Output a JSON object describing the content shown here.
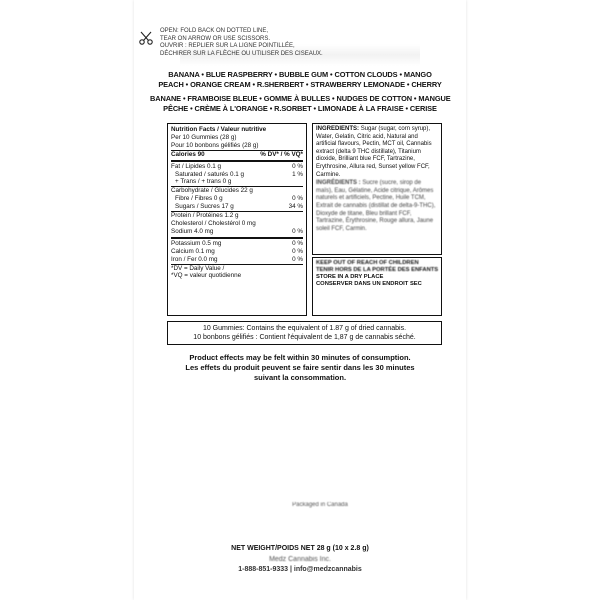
{
  "open_instructions": {
    "icon": "scissors-icon",
    "lines": [
      "OPEN: FOLD BACK ON DOTTED LINE,",
      "TEAR ON ARROW OR USE SCISSORS.",
      "OUVRIR : REPLIER SUR LA LIGNE POINTILLÉE,",
      "DÉCHIRER SUR LA FLÈCHE OU UTILISER DES CISEAUX."
    ]
  },
  "flavours": {
    "en": [
      "BANANA • BLUE RASPBERRY • BUBBLE GUM • COTTON CLOUDS • MANGO",
      "PEACH • ORANGE CREAM • R.SHERBERT • STRAWBERRY LEMONADE • CHERRY"
    ],
    "fr": [
      "BANANE • FRAMBOISE BLEUE • GOMME À BULLES • NUDGES DE COTTON • MANGUE",
      "PÊCHE • CRÈME À L'ORANGE • R.SORBET • LIMONADE À LA FRAISE • CERISE"
    ]
  },
  "nutrition": {
    "title": "Nutrition Facts / Valeur nutritive",
    "serving_en": "Per 10 Gummies (28 g)",
    "serving_fr": "Pour 10 bonbons gélifiés (28 g)",
    "calories": "Calories 90",
    "dv_header": "% DV* / % VQ*",
    "fat": {
      "label": "Fat / Lipides 0.1 g",
      "dv": "0 %"
    },
    "sat_fat": {
      "label": "Saturated / saturés 0.1 g",
      "dv": "1 %"
    },
    "trans_fat": {
      "label": "+ Trans / + trans 0 g",
      "dv": ""
    },
    "carb": {
      "label": "Carbohydrate / Glucides 22 g",
      "dv": ""
    },
    "fibre": {
      "label": "Fibre / Fibres 0 g",
      "dv": "0 %"
    },
    "sugars": {
      "label": "Sugars / Sucres 17 g",
      "dv": "34 %"
    },
    "protein": {
      "label": "Protein / Protéines 1.2 g",
      "dv": ""
    },
    "cholesterol": {
      "label": "Cholesterol / Cholestérol 0 mg",
      "dv": ""
    },
    "sodium": {
      "label": "Sodium 4.0 mg",
      "dv": "0 %"
    },
    "potassium": {
      "label": "Potassium 0.5 mg",
      "dv": "0 %"
    },
    "calcium": {
      "label": "Calcium 0.1 mg",
      "dv": "0 %"
    },
    "iron": {
      "label": "Iron / Fer 0.0 mg",
      "dv": "0 %"
    },
    "footnote_en": "*DV = Daily Value /",
    "footnote_fr": "*VQ = valeur quotidienne"
  },
  "ingredients": {
    "en_head": "INGREDIENTS:",
    "en_text": "Sugar (sugar, corn syrup), Water, Gelatin, Citric acid, Natural and artificial flavours, Pectin, MCT oil, Cannabis extract (delta 9 THC distillate), Titanium dioxide, Brilliant blue FCF, Tartrazine, Erythrosine, Allura red, Sunset yellow FCF, Carmine.",
    "fr_head": "INGRÉDIENTS :",
    "fr_text": "Sucre (sucre, sirop de maïs), Eau, Gélatine, Acide citrique, Arômes naturels et artificiels, Pectine, Huile TCM, Extrait de cannabis (distillat de delta-9-THC), Dioxyde de titane, Bleu brillant FCF, Tartrazine, Érythrosine, Rouge allura, Jaune soleil FCF, Carmin."
  },
  "keep_away": [
    "KEEP OUT OF REACH OF CHILDREN",
    "TENIR HORS DE LA PORTÉE DES ENFANTS",
    "STORE IN A DRY PLACE",
    "CONSERVER DANS UN ENDROIT SEC"
  ],
  "equivalency": [
    "10 Gummies: Contains the equivalent of 1.87 g of dried cannabis.",
    "10 bonbons gélifiés : Contient l'équivalent de 1,87 g de cannabis séché."
  ],
  "effects": [
    "Product effects may be felt within 30 minutes of consumption.",
    "Les effets du produit peuvent se faire sentir dans les 30 minutes",
    "suivant la consommation."
  ],
  "product_of": "Packaged in Canada",
  "footer": {
    "net_weight": "NET WEIGHT/POIDS NET 28 g (10 x 2.8 g)",
    "company": "Medz Cannabis Inc.",
    "contact": "1-888-851-9333 | info@medzcannabis"
  }
}
